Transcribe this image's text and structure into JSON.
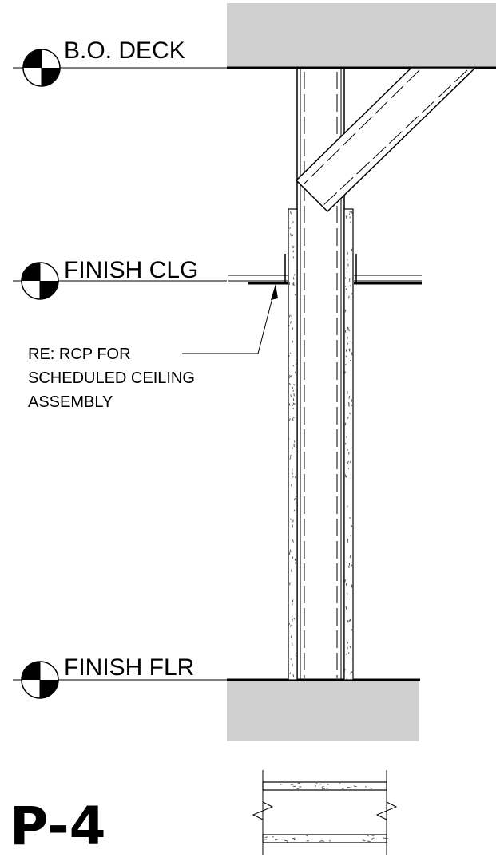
{
  "levels": [
    {
      "label": "B.O. DECK"
    },
    {
      "label": "FINISH CLG"
    },
    {
      "label": "FINISH FLR"
    }
  ],
  "note": {
    "lines": [
      "RE: RCP FOR",
      "SCHEDULED CEILING",
      "ASSEMBLY"
    ]
  },
  "detail_tag": "P-4",
  "colors": {
    "slab_fill": "#cfcfcf",
    "line": "#000000",
    "background": "#ffffff"
  },
  "icons": [
    "level-marker-icon",
    "break-line-icon",
    "leader-arrow-icon"
  ]
}
